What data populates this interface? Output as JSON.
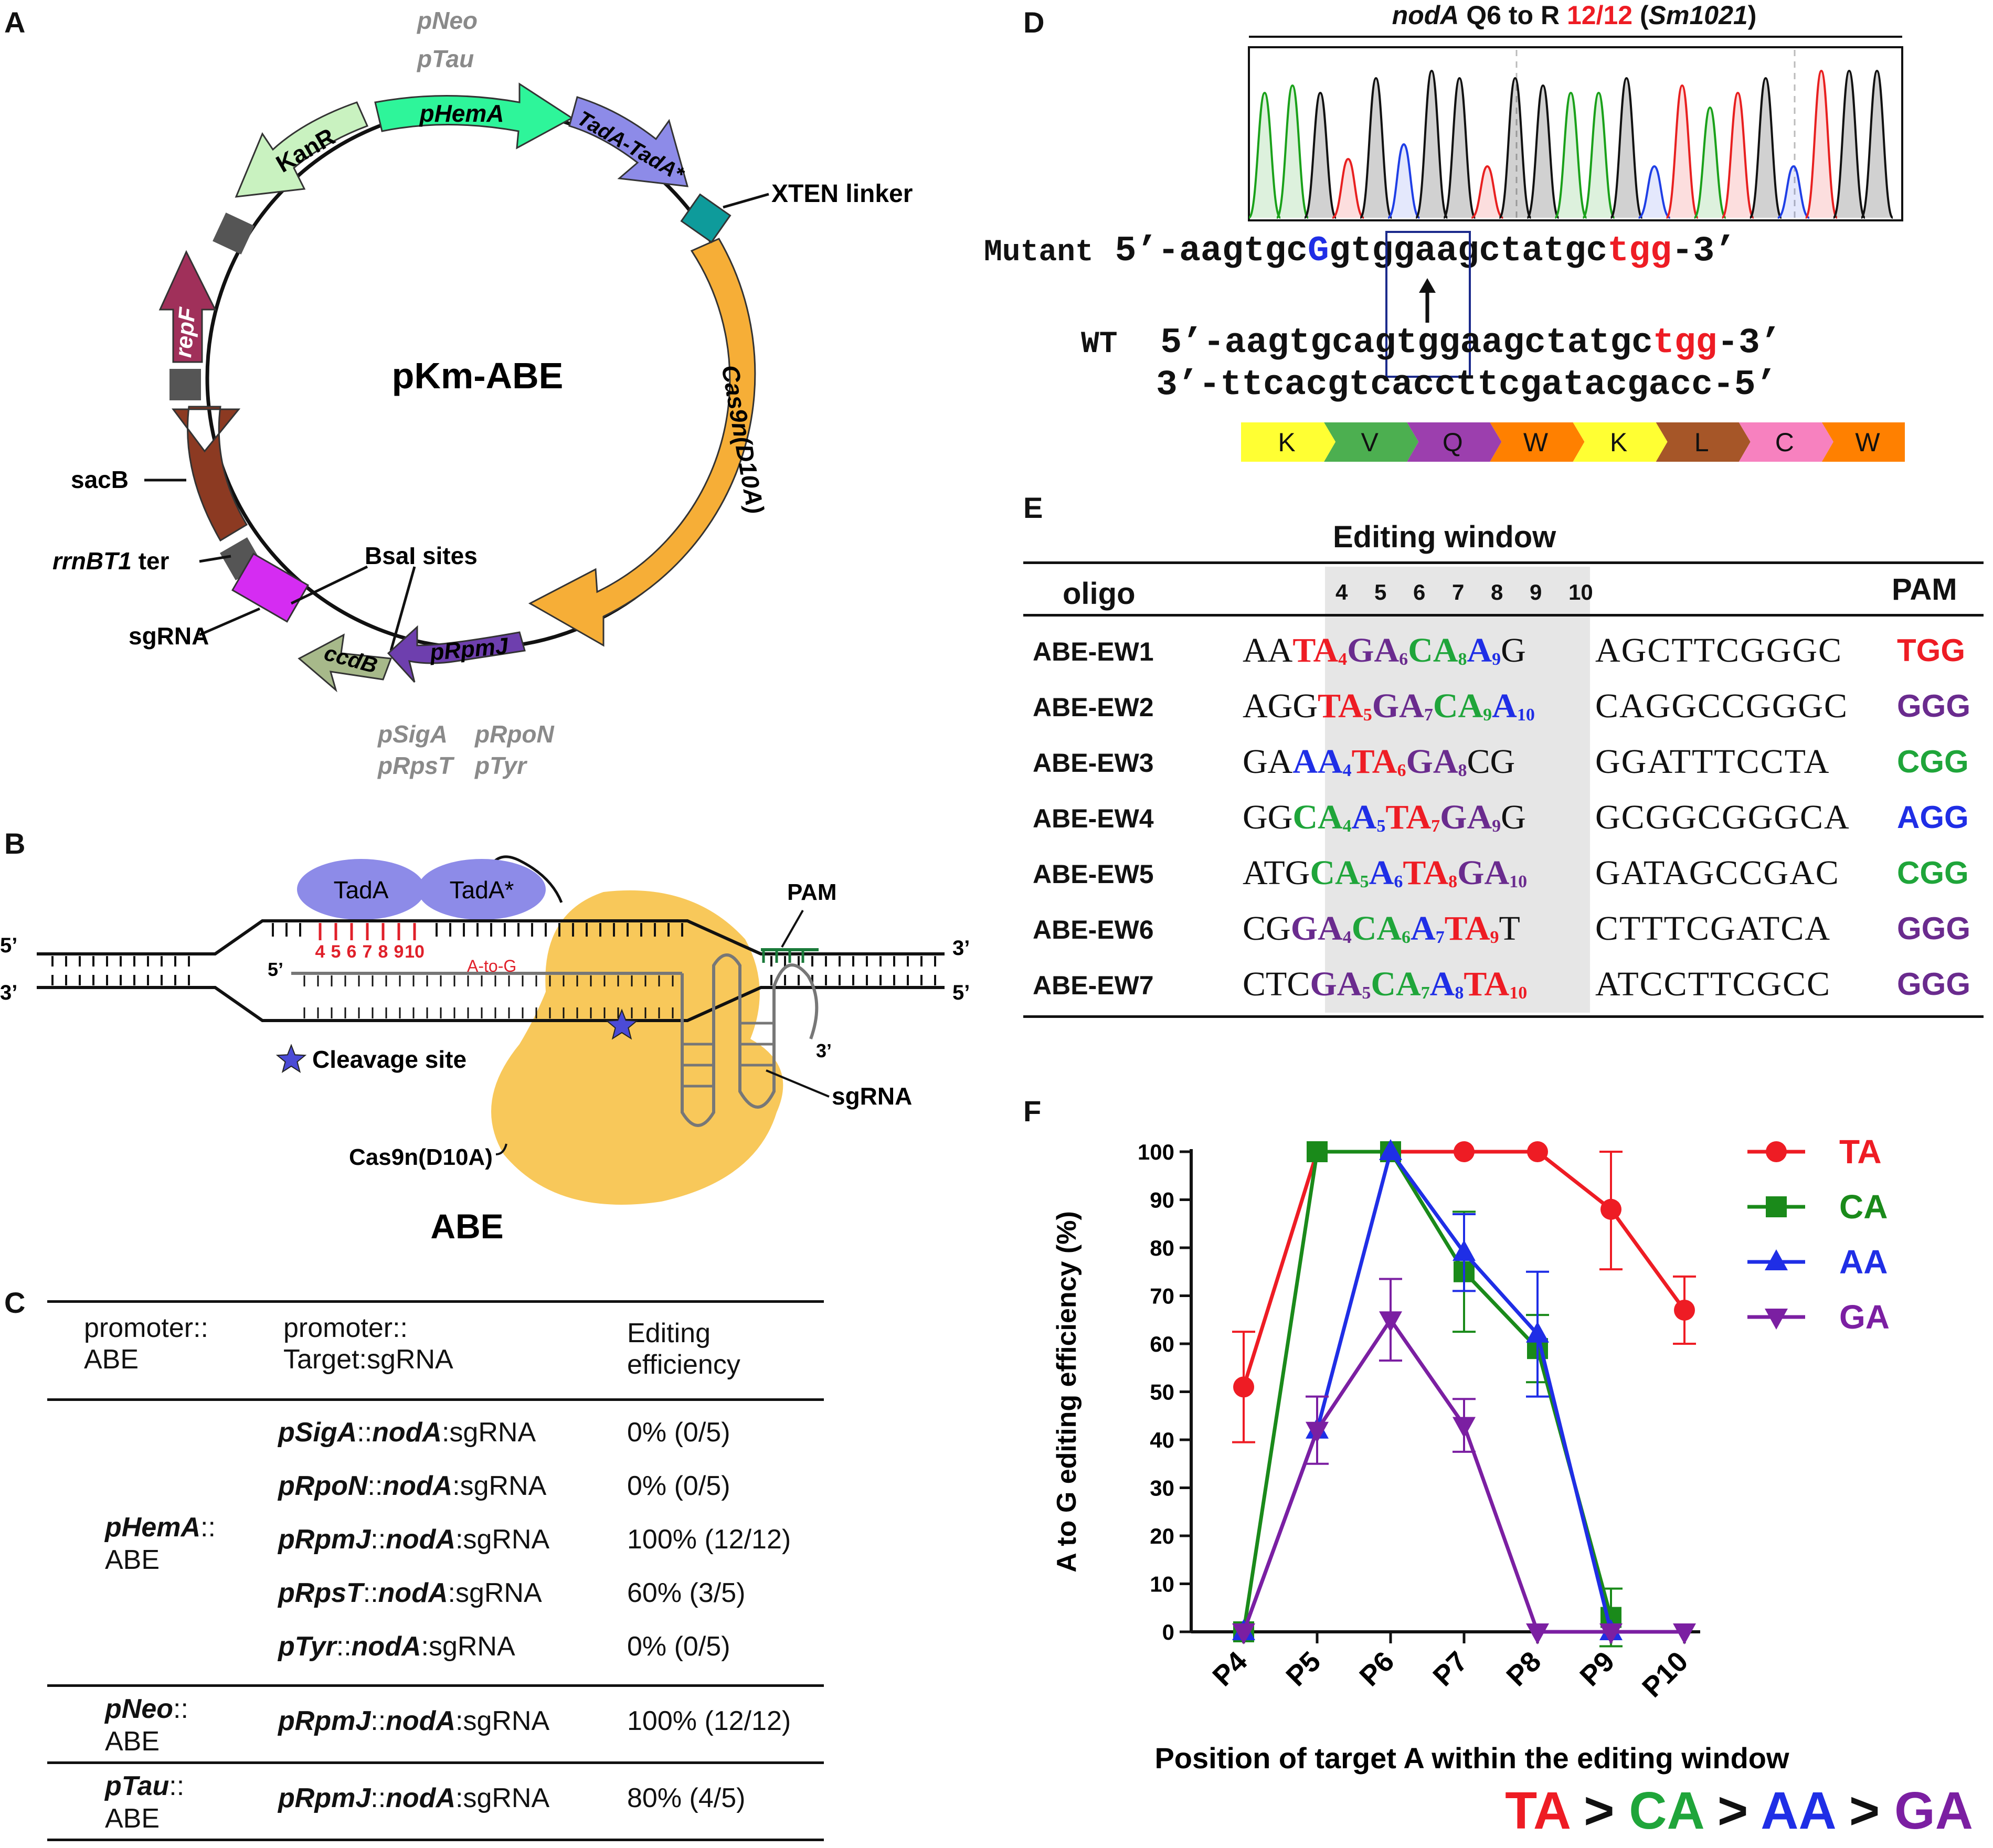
{
  "panel_labels": {
    "a": "A",
    "b": "B",
    "c": "C",
    "d": "D",
    "e": "E",
    "f": "F"
  },
  "panel_a": {
    "plasmid_name": "pKm-ABE",
    "promoters_top": [
      "pNeo",
      "pTau"
    ],
    "elements": {
      "phema": "pHemA",
      "tada": "TadA-TadA*",
      "kanr": "KanR",
      "repf": "repF",
      "cas9": "Cas9n(D10A)",
      "prpmj": "pRpmJ",
      "ccdb": "ccdB"
    },
    "callouts": {
      "xten": "XTEN linker",
      "sacb": "sacB",
      "rrnbt1_italic": "rrnBT1",
      "rrnbt1_rest": " ter",
      "bsai": "BsaI sites",
      "sgrna": "sgRNA"
    },
    "promoters_bottom": [
      "pSigA",
      "pRpoN",
      "pRpsT",
      "pTyr"
    ],
    "colors": {
      "phema": "#2ef59a",
      "tada": "#8d8be8",
      "kanr": "#c9f2c0",
      "repf": "#a0305a",
      "cas9": "#f6ae37",
      "prpmj": "#6e3fae",
      "ccdb": "#a7b98a",
      "sacb": "#8c3a22",
      "sgrna_box": "#d52cf2",
      "xten": "#0e9b9b",
      "grey_box": "#555555"
    }
  },
  "panel_b": {
    "tada": "TadA",
    "tada_star": "TadA*",
    "pam": "PAM",
    "positions": [
      "4",
      "5",
      "6",
      "7",
      "8",
      "9",
      "10"
    ],
    "a_to_g": "A-to-G",
    "end_5": "5’",
    "end_3": "3’",
    "cleavage": "Cleavage site",
    "sgrna": "sgRNA",
    "cas9": "Cas9n(D10A)",
    "title": "ABE"
  },
  "panel_c": {
    "headers": [
      "promoter::\nABE",
      "promoter::\nTarget:sgRNA",
      "Editing\nefficiency"
    ],
    "groups": [
      {
        "promoter_italic": "pHemA",
        "promoter_rest": "::",
        "promoter_line2": "ABE",
        "rows": [
          {
            "p": "pSigA",
            "g": "nodA",
            "rest": ":sgRNA",
            "eff": "0% (0/5)"
          },
          {
            "p": "pRpoN",
            "g": "nodA",
            "rest": ":sgRNA",
            "eff": "0% (0/5)"
          },
          {
            "p": "pRpmJ",
            "g": "nodA",
            "rest": ":sgRNA",
            "eff": "100% (12/12)"
          },
          {
            "p": "pRpsT",
            "g": "nodA",
            "rest": ":sgRNA",
            "eff": "60% (3/5)"
          },
          {
            "p": "pTyr",
            "g": "nodA",
            "rest": ":sgRNA",
            "eff": "0% (0/5)"
          }
        ]
      },
      {
        "promoter_italic": "pNeo",
        "promoter_rest": "::",
        "promoter_line2": "ABE",
        "rows": [
          {
            "p": "pRpmJ",
            "g": "nodA",
            "rest": ":sgRNA",
            "eff": "100% (12/12)"
          }
        ]
      },
      {
        "promoter_italic": "pTau",
        "promoter_rest": "::",
        "promoter_line2": "ABE",
        "rows": [
          {
            "p": "pRpmJ",
            "g": "nodA",
            "rest": ":sgRNA",
            "eff": "80% (4/5)"
          }
        ]
      }
    ]
  },
  "panel_d": {
    "title_gene": "nodA",
    "title_mid": " Q6 to R ",
    "title_ratio": "12/12",
    "title_strain_open": " (",
    "title_strain": "Sm1021",
    "title_strain_close": ")",
    "mutant_label": "Mutant",
    "mutant_seq": {
      "a": "5’-aagtgc",
      "b": "G",
      "c": "gtggaagctatgc",
      "d": "tgg",
      "e": "-3’"
    },
    "wt_label": "WT",
    "wt_seq": {
      "a": "5’-aagtgcagtggaagctatgc",
      "d": "tgg",
      "e": "-3’"
    },
    "comp_seq": "3’-ttcacgtcaccttcgatacgacc-5’",
    "amino_acids": [
      "K",
      "V",
      "Q",
      "W",
      "K",
      "L",
      "C",
      "W"
    ],
    "aa_colors": [
      "#ffff33",
      "#4caf50",
      "#9c3fae",
      "#ff8000",
      "#ffff33",
      "#a65628",
      "#f781bf",
      "#ff8000"
    ]
  },
  "panel_e": {
    "editing_window": "Editing window",
    "oligo": "oligo",
    "pam": "PAM",
    "positions": [
      "4",
      "5",
      "6",
      "7",
      "8",
      "9",
      "10"
    ],
    "rows": [
      {
        "name": "ABE-EW1",
        "pre": "AA",
        "seg": [
          [
            "T",
            "red"
          ],
          [
            "A",
            "red",
            "4"
          ],
          [
            "G",
            "purple"
          ],
          [
            "A",
            "purple",
            "6"
          ],
          [
            "C",
            "green"
          ],
          [
            "A",
            "green",
            "8"
          ],
          [
            "A",
            "blue",
            "9"
          ]
        ],
        "post1": "G",
        "post2": "AGCTTCGGGC",
        "pam": "TGG",
        "pamc": "red"
      },
      {
        "name": "ABE-EW2",
        "pre": "AGG",
        "seg": [
          [
            "T",
            "red"
          ],
          [
            "A",
            "red",
            "5"
          ],
          [
            "G",
            "purple"
          ],
          [
            "A",
            "purple",
            "7"
          ],
          [
            "C",
            "green"
          ],
          [
            "A",
            "green",
            "9"
          ],
          [
            "A",
            "blue",
            "10"
          ]
        ],
        "post1": "",
        "post2": "CAGGCCGGGC",
        "pam": "GGG",
        "pamc": "purple"
      },
      {
        "name": "ABE-EW3",
        "pre": "GA",
        "seg": [
          [
            "A",
            "blue"
          ],
          [
            "A",
            "blue",
            "4"
          ],
          [
            "T",
            "red"
          ],
          [
            "A",
            "red",
            "6"
          ],
          [
            "G",
            "purple"
          ],
          [
            "A",
            "purple",
            "8"
          ]
        ],
        "post1": "CG",
        "post2": "GGATTTCCTA",
        "pam": "CGG",
        "pamc": "green"
      },
      {
        "name": "ABE-EW4",
        "pre": "GG",
        "seg": [
          [
            "C",
            "green"
          ],
          [
            "A",
            "green",
            "4"
          ],
          [
            "A",
            "blue",
            "5"
          ],
          [
            "T",
            "red"
          ],
          [
            "A",
            "red",
            "7"
          ],
          [
            "G",
            "purple"
          ],
          [
            "A",
            "purple",
            "9"
          ]
        ],
        "post1": "G",
        "post2": "GCGGCGGGCA",
        "pam": "AGG",
        "pamc": "blue"
      },
      {
        "name": "ABE-EW5",
        "pre": "ATG",
        "seg": [
          [
            "C",
            "green"
          ],
          [
            "A",
            "green",
            "5"
          ],
          [
            "A",
            "blue",
            "6"
          ],
          [
            "T",
            "red"
          ],
          [
            "A",
            "red",
            "8"
          ],
          [
            "G",
            "purple"
          ],
          [
            "A",
            "purple",
            "10"
          ]
        ],
        "post1": "",
        "post2": "GATAGCCGAC",
        "pam": "CGG",
        "pamc": "green"
      },
      {
        "name": "ABE-EW6",
        "pre": "CG",
        "seg": [
          [
            "G",
            "purple"
          ],
          [
            "A",
            "purple",
            "4"
          ],
          [
            "C",
            "green"
          ],
          [
            "A",
            "green",
            "6"
          ],
          [
            "A",
            "blue",
            "7"
          ],
          [
            "T",
            "red"
          ],
          [
            "A",
            "red",
            "9"
          ]
        ],
        "post1": "T",
        "post2": "CTTTCGATCA",
        "pam": "GGG",
        "pamc": "purple"
      },
      {
        "name": "ABE-EW7",
        "pre": "CTC",
        "seg": [
          [
            "G",
            "purple"
          ],
          [
            "A",
            "purple",
            "5"
          ],
          [
            "C",
            "green"
          ],
          [
            "A",
            "green",
            "7"
          ],
          [
            "A",
            "blue",
            "8"
          ],
          [
            "T",
            "red"
          ],
          [
            "A",
            "red",
            "10"
          ]
        ],
        "post1": "",
        "post2": "ATCCTTCGCC",
        "pam": "GGG",
        "pamc": "purple"
      }
    ],
    "colors": {
      "red": "#ee1c24",
      "purple": "#6a2b8e",
      "green": "#1fa53a",
      "blue": "#1f2ee6"
    }
  },
  "chart_data": {
    "type": "line",
    "categories": [
      "P4",
      "P5",
      "P6",
      "P7",
      "P8",
      "P9",
      "P10"
    ],
    "xlabel": "Position of target A within the editing window",
    "ylabel": "A to G editing efficiency (%)",
    "ylim": [
      0,
      100
    ],
    "yticks": [
      0,
      10,
      20,
      30,
      40,
      50,
      60,
      70,
      80,
      90,
      100
    ],
    "legend_position": "top-right",
    "series": [
      {
        "name": "TA",
        "color": "#ee1c24",
        "marker": "circle",
        "values": [
          51,
          100,
          100,
          100,
          100,
          88,
          67
        ],
        "err": [
          11.5,
          0,
          0,
          0,
          0,
          12.5,
          7
        ]
      },
      {
        "name": "CA",
        "color": "#1a8a1a",
        "marker": "square",
        "values": [
          0,
          100,
          100,
          75,
          59,
          3,
          null
        ],
        "err": [
          0,
          0,
          0,
          12.5,
          7,
          6,
          0
        ]
      },
      {
        "name": "AA",
        "color": "#1f2ee6",
        "marker": "triangle",
        "values": [
          0,
          42,
          100,
          79,
          62,
          0,
          null
        ],
        "err": [
          0,
          0,
          0,
          8,
          13,
          0,
          0
        ]
      },
      {
        "name": "GA",
        "color": "#7b1fa2",
        "marker": "triangle-down",
        "values": [
          0,
          42,
          65,
          43,
          0,
          0,
          0
        ],
        "err": [
          0,
          7,
          8.5,
          5.5,
          0,
          0,
          0
        ]
      }
    ],
    "bottom_summary": [
      {
        "t": "TA",
        "c": "#ee1c24"
      },
      {
        "t": " > ",
        "c": "#111111"
      },
      {
        "t": "CA",
        "c": "#1fa53a"
      },
      {
        "t": " > ",
        "c": "#111111"
      },
      {
        "t": "AA",
        "c": "#1f2ee6"
      },
      {
        "t": " > ",
        "c": "#111111"
      },
      {
        "t": "GA",
        "c": "#7b1fa2"
      }
    ]
  }
}
